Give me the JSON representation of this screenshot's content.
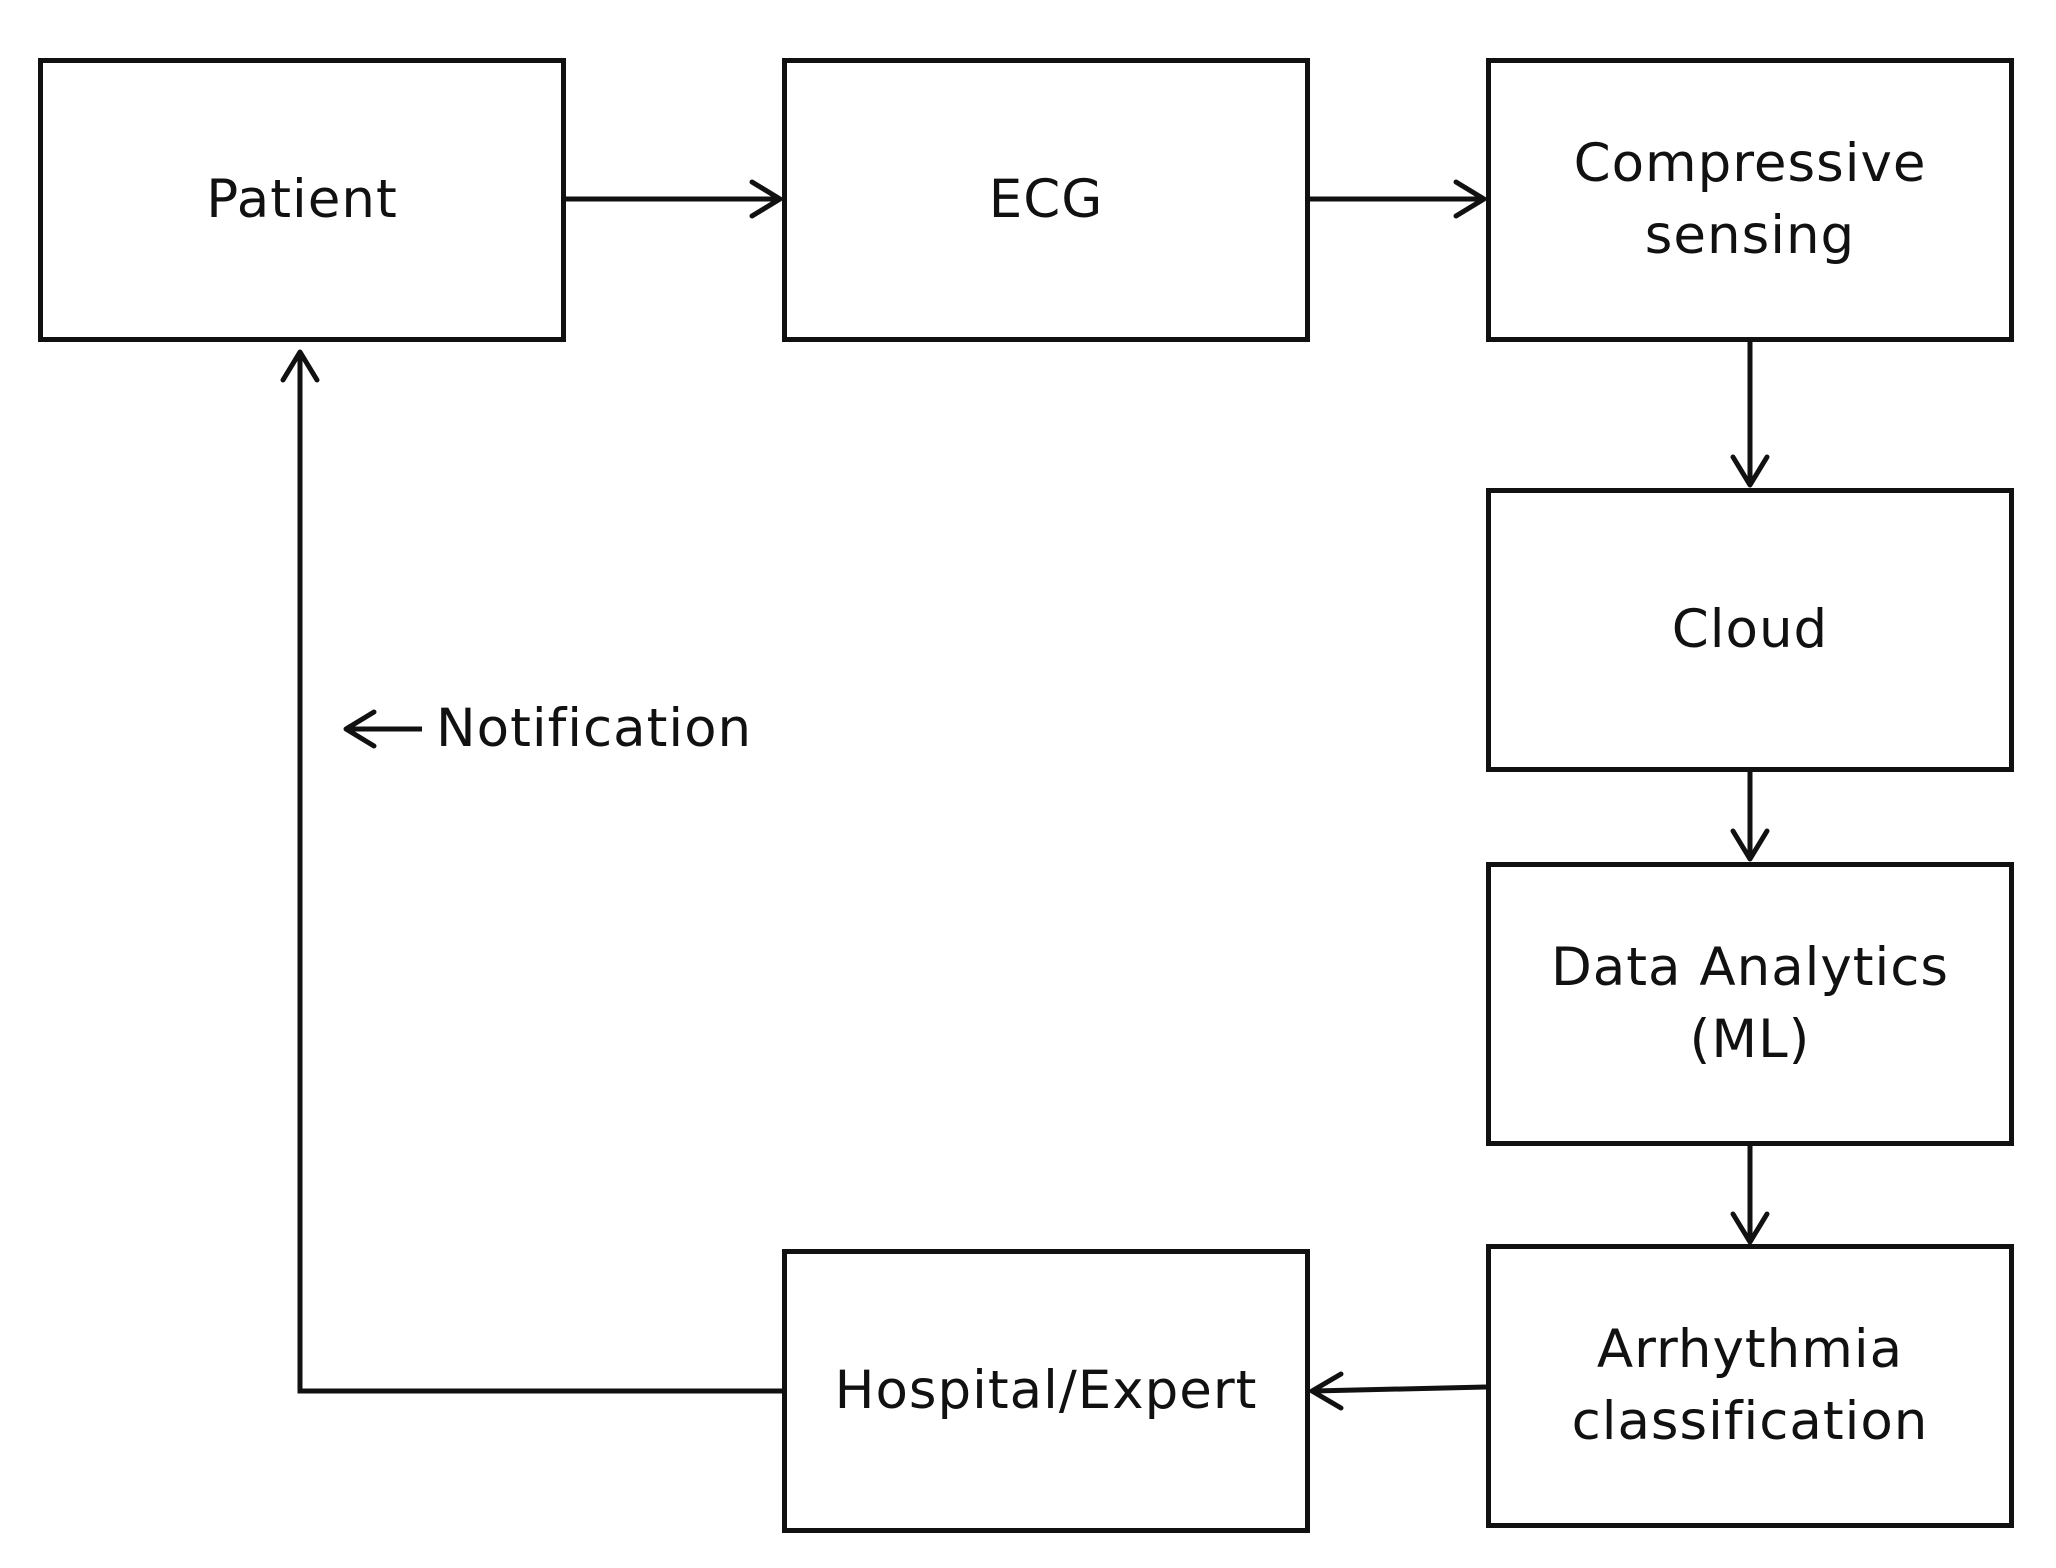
{
  "nodes": {
    "patient": "Patient",
    "ecg": "ECG",
    "compressive_sensing": "Compressive\nsensing",
    "cloud": "Cloud",
    "data_analytics": "Data Analytics\n(ML)",
    "arrhythmia_classification": "Arrhythmia\nclassification",
    "hospital_expert": "Hospital/Expert"
  },
  "labels": {
    "notification": "Notification"
  },
  "edges": [
    {
      "from": "patient",
      "to": "ecg"
    },
    {
      "from": "ecg",
      "to": "compressive_sensing"
    },
    {
      "from": "compressive_sensing",
      "to": "cloud"
    },
    {
      "from": "cloud",
      "to": "data_analytics"
    },
    {
      "from": "data_analytics",
      "to": "arrhythmia_classification"
    },
    {
      "from": "arrhythmia_classification",
      "to": "hospital_expert"
    },
    {
      "from": "hospital_expert",
      "to": "patient",
      "label": "notification"
    }
  ],
  "colors": {
    "stroke": "#111111",
    "background": "#ffffff"
  }
}
